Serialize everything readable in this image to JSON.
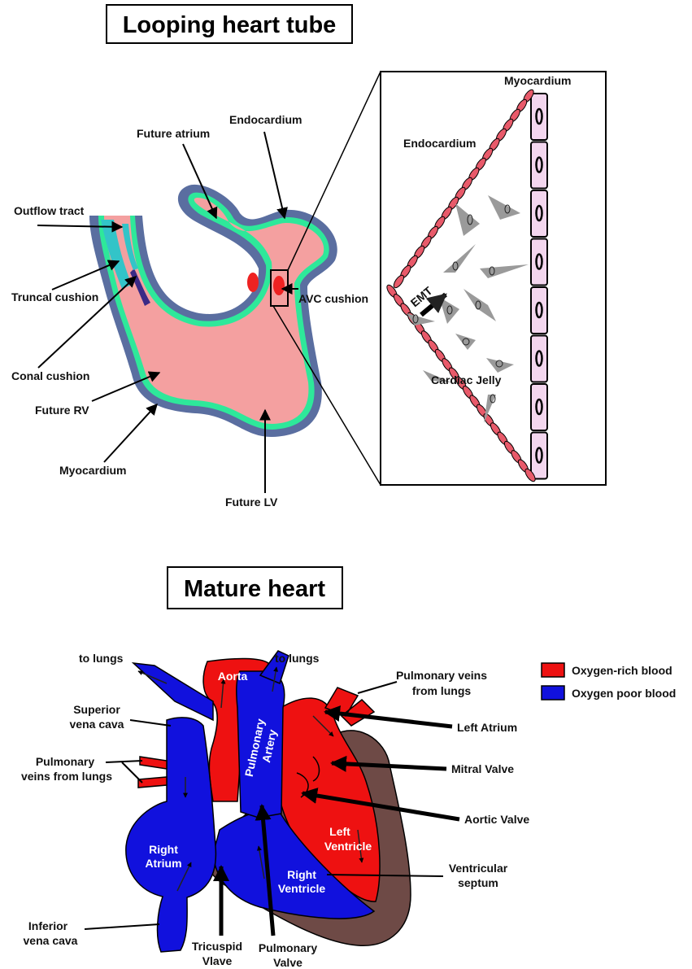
{
  "titles": {
    "top": "Looping heart tube",
    "bottom": "Mature heart"
  },
  "looping_labels": {
    "outflow_tract": "Outflow tract",
    "truncal_cushion": "Truncal cushion",
    "conal_cushion": "Conal cushion",
    "future_rv": "Future RV",
    "myocardium": "Myocardium",
    "future_lv": "Future LV",
    "future_atrium": "Future atrium",
    "endocardium": "Endocardium",
    "avc_cushion": "AVC cushion"
  },
  "inset_labels": {
    "myocardium": "Myocardium",
    "endocardium": "Endocardium",
    "emt": "EMT",
    "cardiac_jelly": "Cardiac Jelly"
  },
  "mature_labels": {
    "to_lungs_left": "to lungs",
    "to_lungs_mid": "to lungs",
    "superior_vena_cava_1": "Superior",
    "superior_vena_cava_2": "vena cava",
    "pulm_veins_left_1": "Pulmonary",
    "pulm_veins_left_2": "veins from lungs",
    "inferior_vena_cava_1": "Inferior",
    "inferior_vena_cava_2": "vena cava",
    "tricuspid_1": "Tricuspid",
    "tricuspid_2": "Vlave",
    "pulmonary_valve_1": "Pulmonary",
    "pulmonary_valve_2": "Valve",
    "pulm_veins_right_1": "Pulmonary veins",
    "pulm_veins_right_2": "from lungs",
    "left_atrium": "Left Atrium",
    "mitral_valve": "Mitral Valve",
    "aortic_valve": "Aortic Valve",
    "ventricular_septum_1": "Ventricular",
    "ventricular_septum_2": "septum",
    "aorta": "Aorta",
    "pulmonary_artery_1": "Pulmonary",
    "pulmonary_artery_2": "Artery",
    "right_atrium_1": "Right",
    "right_atrium_2": "Atrium",
    "left_ventricle_1": "Left",
    "left_ventricle_2": "Ventricle",
    "right_ventricle_1": "Right",
    "right_ventricle_2": "Ventricle"
  },
  "legend": {
    "items": [
      {
        "label": "Oxygen-rich blood",
        "color": "#ee1111"
      },
      {
        "label": "Oxygen poor blood",
        "color": "#1111dd"
      }
    ]
  },
  "colors": {
    "tube_pink": "#f4a0a0",
    "myocardium_blue": "#5a6ea0",
    "endocardium_green": "#2ee89a",
    "cushion_teal": "#33c4c8",
    "cushion_purple": "#3b2a86",
    "avc_red": "#ee2222",
    "myocyte_pink": "#f3d6ee",
    "oxygen_rich": "#ee1111",
    "oxygen_poor": "#1111dd",
    "heart_brown": "#6e4a46"
  }
}
